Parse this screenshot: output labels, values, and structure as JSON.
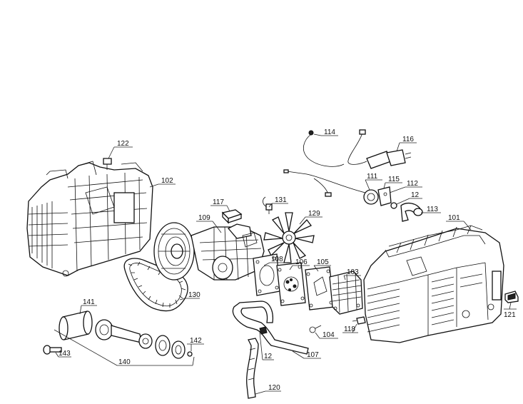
{
  "callouts": {
    "c101": "101",
    "c102": "102",
    "c103": "103",
    "c104": "104",
    "c105": "105",
    "c106": "106",
    "c107": "107",
    "c108": "108",
    "c109": "109",
    "c111": "111",
    "c112": "112",
    "c113": "113",
    "c114": "114",
    "c115": "115",
    "c116": "116",
    "c117": "117",
    "c118": "118",
    "c12a": "12",
    "c12b": "12",
    "c120": "120",
    "c121": "121",
    "c122": "122",
    "c129": "129",
    "c130": "130",
    "c131": "131",
    "c140": "140",
    "c141": "141",
    "c142": "142",
    "c143": "143"
  }
}
